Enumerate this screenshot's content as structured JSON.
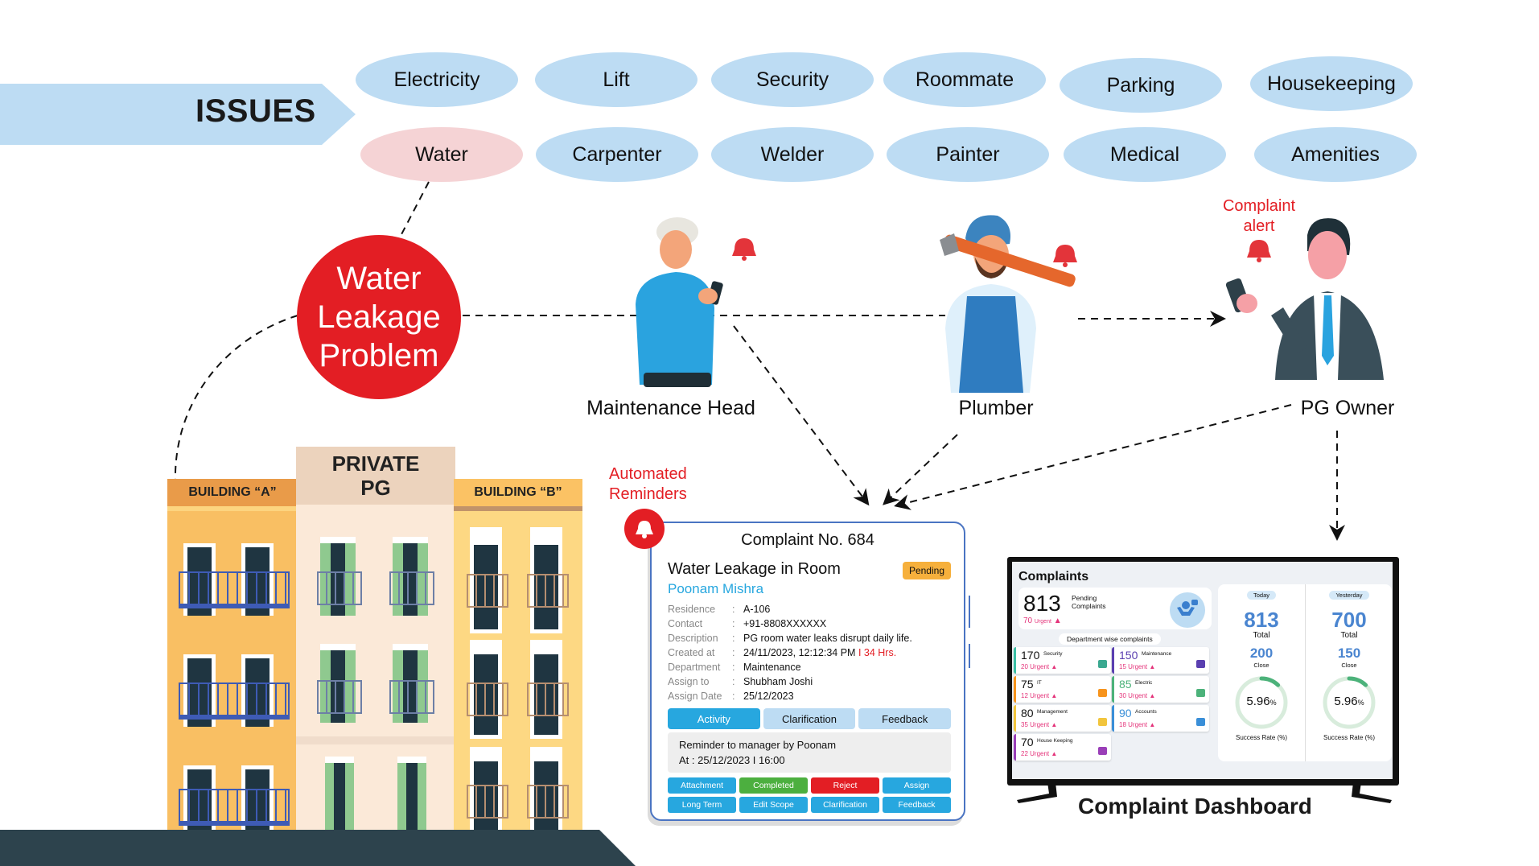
{
  "issues": {
    "label": "ISSUES",
    "categories": [
      {
        "label": "Electricity",
        "selected": false
      },
      {
        "label": "Lift",
        "selected": false
      },
      {
        "label": "Security",
        "selected": false
      },
      {
        "label": "Roommate",
        "selected": false
      },
      {
        "label": "Parking",
        "selected": false
      },
      {
        "label": "Housekeeping",
        "selected": false
      },
      {
        "label": "Water",
        "selected": true
      },
      {
        "label": "Carpenter",
        "selected": false
      },
      {
        "label": "Welder",
        "selected": false
      },
      {
        "label": "Painter",
        "selected": false
      },
      {
        "label": "Medical",
        "selected": false
      },
      {
        "label": "Amenities",
        "selected": false
      }
    ]
  },
  "problem": {
    "line1": "Water",
    "line2": "Leakage",
    "line3": "Problem"
  },
  "roles": {
    "maintenance_head": "Maintenance Head",
    "plumber": "Plumber",
    "pg_owner": "PG Owner"
  },
  "annotations": {
    "complaint_alert_1": "Complaint",
    "complaint_alert_2": "alert",
    "automated_1": "Automated",
    "automated_2": "Reminders"
  },
  "buildings": {
    "a": "BUILDING “A”",
    "pg_1": "PRIVATE",
    "pg_2": "PG",
    "b": "BUILDING “B”"
  },
  "complaint_card": {
    "title": "Complaint No. 684",
    "subject": "Water Leakage in Room",
    "status": "Pending",
    "complainant": "Poonam Mishra",
    "fields": [
      {
        "key": "Residence",
        "value": "A-106"
      },
      {
        "key": "Contact",
        "value": "+91-8808XXXXXX"
      },
      {
        "key": "Description",
        "value": "PG room water leaks disrupt daily life."
      },
      {
        "key": "Created at",
        "value": "24/11/2023, 12:12:34 PM",
        "highlight": "I 34 Hrs."
      },
      {
        "key": "Department",
        "value": "Maintenance"
      },
      {
        "key": "Assign to",
        "value": "Shubham Joshi"
      },
      {
        "key": "Assign Date",
        "value": "25/12/2023"
      }
    ],
    "separator": ":",
    "tabs": [
      {
        "label": "Activity",
        "active": true
      },
      {
        "label": "Clarification",
        "active": false
      },
      {
        "label": "Feedback",
        "active": false
      }
    ],
    "reminder_line1": "Reminder to manager by Poonam",
    "reminder_line2": "At : 25/12/2023 I 16:00",
    "actions": [
      {
        "label": "Attachment",
        "style": "blue"
      },
      {
        "label": "Completed",
        "style": "green"
      },
      {
        "label": "Reject",
        "style": "red"
      },
      {
        "label": "Assign",
        "style": "blue"
      },
      {
        "label": "Long Term",
        "style": "blue"
      },
      {
        "label": "Edit Scope",
        "style": "blue"
      },
      {
        "label": "Clarification",
        "style": "blue"
      },
      {
        "label": "Feedback",
        "style": "blue"
      }
    ]
  },
  "dashboard": {
    "title": "Complaints",
    "pending_count": "813",
    "pending_label_1": "Pending",
    "pending_label_2": "Complaints",
    "urgent_count": "70",
    "urgent_label": "Urgent",
    "dept_title": "Department wise complaints",
    "departments": [
      {
        "count": "170",
        "name": "Security",
        "urgent": "20",
        "color": "#3cbfa5",
        "icon": "guard-icon",
        "icon_color": "#3aa890"
      },
      {
        "count": "150",
        "name": "Maintenance",
        "urgent": "15",
        "color": "#5a3fb0",
        "icon": "worker-icon",
        "icon_color": "#5a3fb0"
      },
      {
        "count": "75",
        "name": "IT",
        "urgent": "12",
        "color": "#f7941d",
        "icon": "monitor-icon",
        "icon_color": "#f7941d"
      },
      {
        "count": "85",
        "name": "Electric",
        "urgent": "30",
        "color": "#4cb27a",
        "icon": "lightning-icon",
        "icon_color": "#4cb27a"
      },
      {
        "count": "80",
        "name": "Management",
        "urgent": "35",
        "color": "#f2c53d",
        "icon": "team-icon",
        "icon_color": "#f2c53d"
      },
      {
        "count": "90",
        "name": "Accounts",
        "urgent": "18",
        "color": "#3a8fd8",
        "icon": "calculator-icon",
        "icon_color": "#3a8fd8"
      },
      {
        "count": "70",
        "name": "House Keeping",
        "urgent": "22",
        "color": "#9a3fb8",
        "icon": "broom-icon",
        "icon_color": "#9a3fb8"
      }
    ],
    "periods": [
      {
        "label": "Today",
        "total": "813",
        "total_label": "Total",
        "close": "200",
        "close_label": "Close",
        "rate": "5.96",
        "rate_value": 5.96,
        "rate_unit": "%",
        "rate_label": "Success Rate (%)"
      },
      {
        "label": "Yesterday",
        "total": "700",
        "total_label": "Total",
        "close": "150",
        "close_label": "Close",
        "rate": "5.96",
        "rate_value": 5.96,
        "rate_unit": "%",
        "rate_label": "Success Rate (%)"
      }
    ],
    "caption": "Complaint Dashboard"
  },
  "colors": {
    "pill_blue": "#bddcf3",
    "pill_pink": "#f5d3d5",
    "alert_red": "#e31e24",
    "accent_blue": "#27a7df",
    "ground": "#2d434d"
  }
}
